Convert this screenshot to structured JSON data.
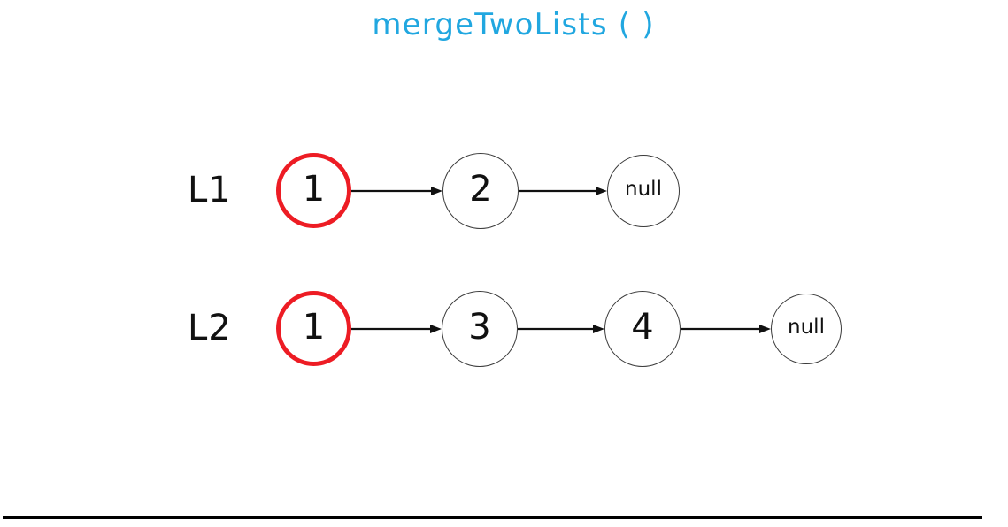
{
  "title": "mergeTwoLists ( )",
  "colors": {
    "title_blue": "#21a7e0",
    "head_red": "#ed1c24",
    "node_stroke": "#3a3a3a",
    "text_black": "#111111",
    "background": "#ffffff",
    "rule_black": "#000000"
  },
  "lists": [
    {
      "label": "L1",
      "nodes": [
        {
          "value": "1",
          "kind": "head"
        },
        {
          "value": "2",
          "kind": "value"
        },
        {
          "value": "null",
          "kind": "null"
        }
      ]
    },
    {
      "label": "L2",
      "nodes": [
        {
          "value": "1",
          "kind": "head"
        },
        {
          "value": "3",
          "kind": "value"
        },
        {
          "value": "4",
          "kind": "value"
        },
        {
          "value": "null",
          "kind": "null"
        }
      ]
    }
  ],
  "edges": {
    "l1": [
      {
        "from": "1",
        "to": "2"
      },
      {
        "from": "2",
        "to": "null"
      }
    ],
    "l2": [
      {
        "from": "1",
        "to": "3"
      },
      {
        "from": "3",
        "to": "4"
      },
      {
        "from": "4",
        "to": "null"
      }
    ]
  },
  "divider": {
    "present": true
  }
}
